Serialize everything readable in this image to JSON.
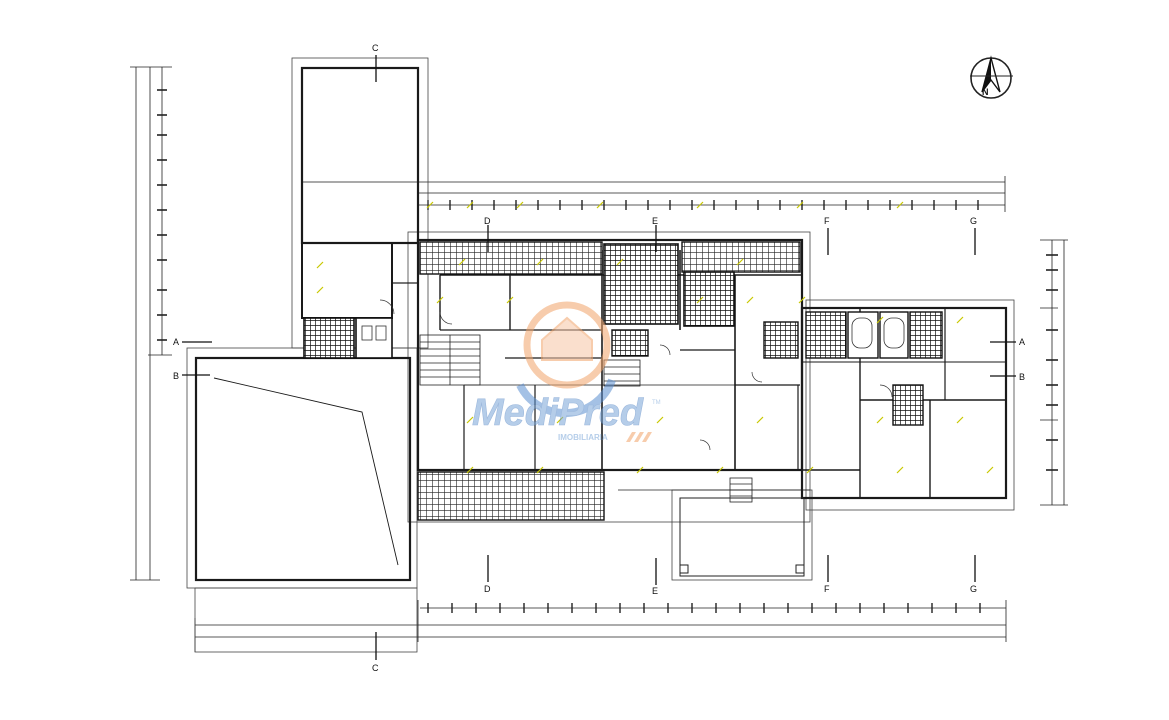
{
  "plan": {
    "north_label": "N",
    "section_markers": {
      "a": "A",
      "b": "B",
      "c": "C",
      "d": "D",
      "e": "E",
      "f": "F",
      "g": "G"
    },
    "watermark": {
      "brand": "MediPred",
      "subtitle": "IMOBILIARIA",
      "trademark": "TM"
    },
    "colors": {
      "walls": "#1a1a1a",
      "dimension_lines": "#222222",
      "accent_yellow": "#c8c800",
      "watermark_blue": "#7aa6d8",
      "watermark_orange": "#f2a46a"
    }
  }
}
